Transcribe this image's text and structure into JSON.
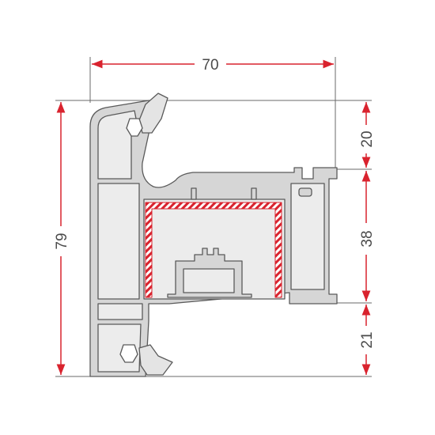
{
  "dimensions": {
    "width": "70",
    "height": "79",
    "upper": "20",
    "middle": "38",
    "lower": "21"
  },
  "colors": {
    "profile_fill": "#d6d6d6",
    "profile_stroke": "#5a5a5a",
    "inner_fill": "#ececec",
    "arrow": "#d9232e",
    "extension_line": "#6a6a6a",
    "reinforcement_red": "#d9232e"
  }
}
